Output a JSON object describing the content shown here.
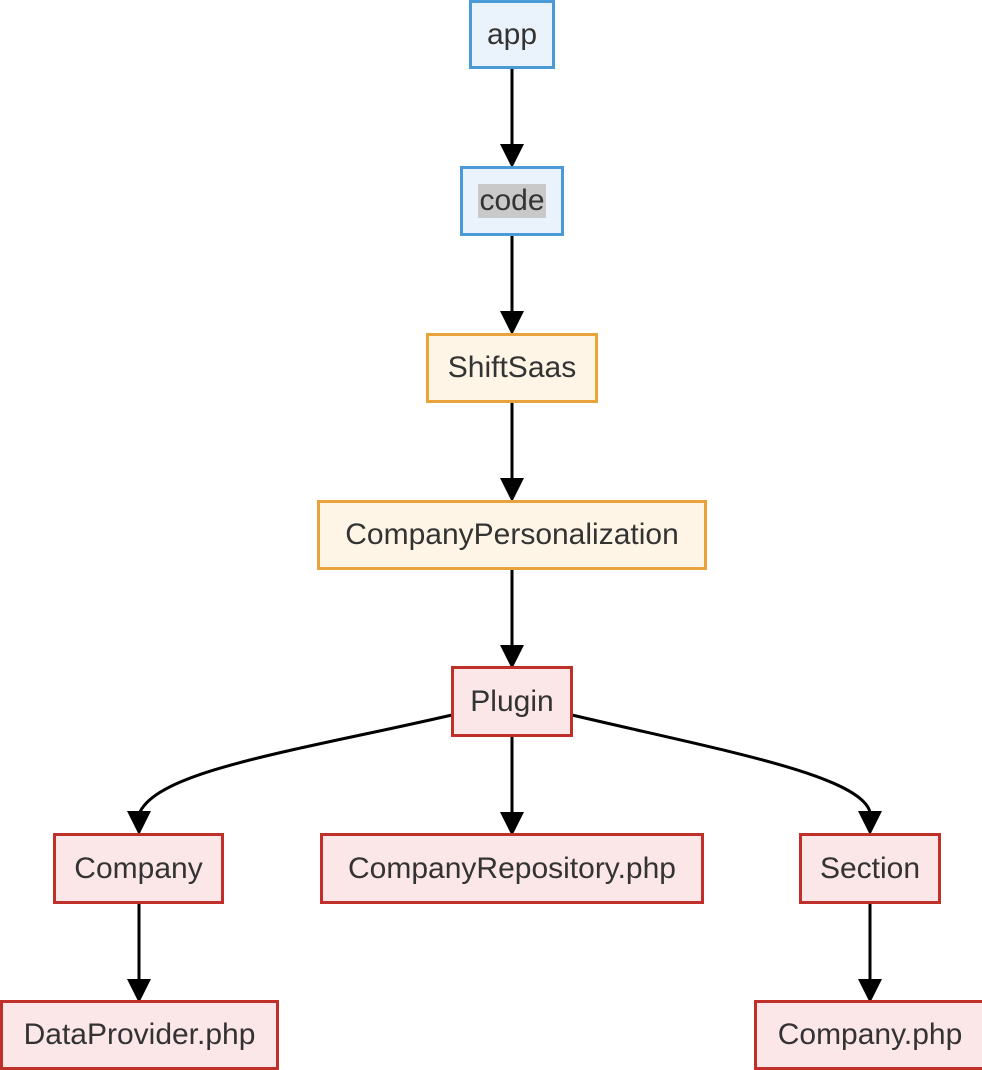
{
  "colors": {
    "folder_top": "#4a9ad6",
    "folder_mid": "#e8a33d",
    "folder_low": "#c0302b",
    "edge": "#000000",
    "text": "#333333"
  },
  "nodes": {
    "app": "app",
    "code": "code",
    "shiftsaas": "ShiftSaas",
    "company_personalization": "CompanyPersonalization",
    "plugin": "Plugin",
    "company": "Company",
    "company_repository": "CompanyRepository.php",
    "section": "Section",
    "data_provider": "DataProvider.php",
    "company_php": "Company.php"
  },
  "edges": [
    [
      "app",
      "code"
    ],
    [
      "code",
      "shiftsaas"
    ],
    [
      "shiftsaas",
      "company_personalization"
    ],
    [
      "company_personalization",
      "plugin"
    ],
    [
      "plugin",
      "company"
    ],
    [
      "plugin",
      "company_repository"
    ],
    [
      "plugin",
      "section"
    ],
    [
      "company",
      "data_provider"
    ],
    [
      "section",
      "company_php"
    ]
  ]
}
